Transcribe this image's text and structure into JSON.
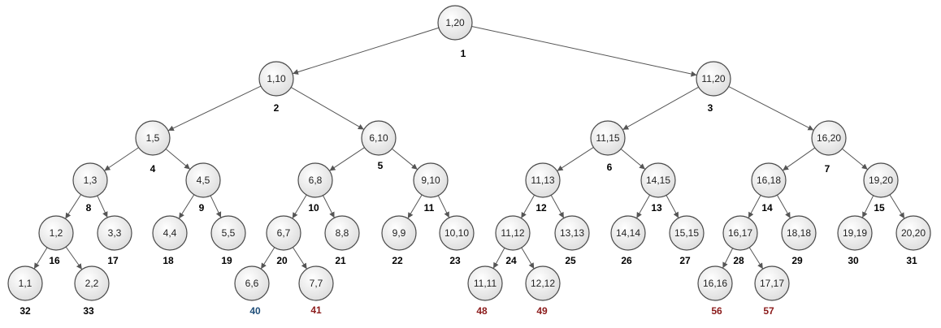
{
  "colors": {
    "edge": "#555555",
    "node_stroke": "#4a4a4a",
    "node_fill_light": "#ffffff",
    "node_fill_dark": "#dcdcdc",
    "index_default": "#000000",
    "index_blue": "#1f4e79",
    "index_red": "#8b1a1a"
  },
  "nodes": [
    {
      "id": 1,
      "label": "1,20",
      "index": "1",
      "index_color": "index_default"
    },
    {
      "id": 2,
      "label": "1,10",
      "index": "2",
      "index_color": "index_default"
    },
    {
      "id": 3,
      "label": "11,20",
      "index": "3",
      "index_color": "index_default"
    },
    {
      "id": 4,
      "label": "1,5",
      "index": "4",
      "index_color": "index_default"
    },
    {
      "id": 5,
      "label": "6,10",
      "index": "5",
      "index_color": "index_default"
    },
    {
      "id": 6,
      "label": "11,15",
      "index": "6",
      "index_color": "index_default"
    },
    {
      "id": 7,
      "label": "16,20",
      "index": "7",
      "index_color": "index_default"
    },
    {
      "id": 8,
      "label": "1,3",
      "index": "8",
      "index_color": "index_default"
    },
    {
      "id": 9,
      "label": "4,5",
      "index": "9",
      "index_color": "index_default"
    },
    {
      "id": 10,
      "label": "6,8",
      "index": "10",
      "index_color": "index_default"
    },
    {
      "id": 11,
      "label": "9,10",
      "index": "11",
      "index_color": "index_default"
    },
    {
      "id": 12,
      "label": "11,13",
      "index": "12",
      "index_color": "index_default"
    },
    {
      "id": 13,
      "label": "14,15",
      "index": "13",
      "index_color": "index_default"
    },
    {
      "id": 14,
      "label": "16,18",
      "index": "14",
      "index_color": "index_default"
    },
    {
      "id": 15,
      "label": "19,20",
      "index": "15",
      "index_color": "index_default"
    },
    {
      "id": 16,
      "label": "1,2",
      "index": "16",
      "index_color": "index_default"
    },
    {
      "id": 17,
      "label": "3,3",
      "index": "17",
      "index_color": "index_default"
    },
    {
      "id": 18,
      "label": "4,4",
      "index": "18",
      "index_color": "index_default"
    },
    {
      "id": 19,
      "label": "5,5",
      "index": "19",
      "index_color": "index_default"
    },
    {
      "id": 20,
      "label": "6,7",
      "index": "20",
      "index_color": "index_default"
    },
    {
      "id": 21,
      "label": "8,8",
      "index": "21",
      "index_color": "index_default"
    },
    {
      "id": 22,
      "label": "9,9",
      "index": "22",
      "index_color": "index_default"
    },
    {
      "id": 23,
      "label": "10,10",
      "index": "23",
      "index_color": "index_default"
    },
    {
      "id": 24,
      "label": "11,12",
      "index": "24",
      "index_color": "index_default"
    },
    {
      "id": 25,
      "label": "13,13",
      "index": "25",
      "index_color": "index_default"
    },
    {
      "id": 26,
      "label": "14,14",
      "index": "26",
      "index_color": "index_default"
    },
    {
      "id": 27,
      "label": "15,15",
      "index": "27",
      "index_color": "index_default"
    },
    {
      "id": 28,
      "label": "16,17",
      "index": "28",
      "index_color": "index_default"
    },
    {
      "id": 29,
      "label": "18,18",
      "index": "29",
      "index_color": "index_default"
    },
    {
      "id": 30,
      "label": "19,19",
      "index": "30",
      "index_color": "index_default"
    },
    {
      "id": 31,
      "label": "20,20",
      "index": "31",
      "index_color": "index_default"
    },
    {
      "id": 32,
      "label": "1,1",
      "index": "32",
      "index_color": "index_default"
    },
    {
      "id": 33,
      "label": "2,2",
      "index": "33",
      "index_color": "index_default"
    },
    {
      "id": 40,
      "label": "6,6",
      "index": "40",
      "index_color": "index_blue"
    },
    {
      "id": 41,
      "label": "7,7",
      "index": "41",
      "index_color": "index_red"
    },
    {
      "id": 48,
      "label": "11,11",
      "index": "48",
      "index_color": "index_red"
    },
    {
      "id": 49,
      "label": "12,12",
      "index": "49",
      "index_color": "index_red"
    },
    {
      "id": 56,
      "label": "16,16",
      "index": "56",
      "index_color": "index_red"
    },
    {
      "id": 57,
      "label": "17,17",
      "index": "57",
      "index_color": "index_red"
    }
  ],
  "edges": [
    [
      1,
      2
    ],
    [
      1,
      3
    ],
    [
      2,
      4
    ],
    [
      2,
      5
    ],
    [
      3,
      6
    ],
    [
      3,
      7
    ],
    [
      4,
      8
    ],
    [
      4,
      9
    ],
    [
      5,
      10
    ],
    [
      5,
      11
    ],
    [
      6,
      12
    ],
    [
      6,
      13
    ],
    [
      7,
      14
    ],
    [
      7,
      15
    ],
    [
      8,
      16
    ],
    [
      8,
      17
    ],
    [
      9,
      18
    ],
    [
      9,
      19
    ],
    [
      10,
      20
    ],
    [
      10,
      21
    ],
    [
      11,
      22
    ],
    [
      11,
      23
    ],
    [
      12,
      24
    ],
    [
      12,
      25
    ],
    [
      13,
      26
    ],
    [
      13,
      27
    ],
    [
      14,
      28
    ],
    [
      14,
      29
    ],
    [
      15,
      30
    ],
    [
      15,
      31
    ],
    [
      16,
      32
    ],
    [
      16,
      33
    ],
    [
      20,
      40
    ],
    [
      20,
      41
    ],
    [
      24,
      48
    ],
    [
      24,
      49
    ],
    [
      28,
      56
    ],
    [
      28,
      57
    ]
  ]
}
